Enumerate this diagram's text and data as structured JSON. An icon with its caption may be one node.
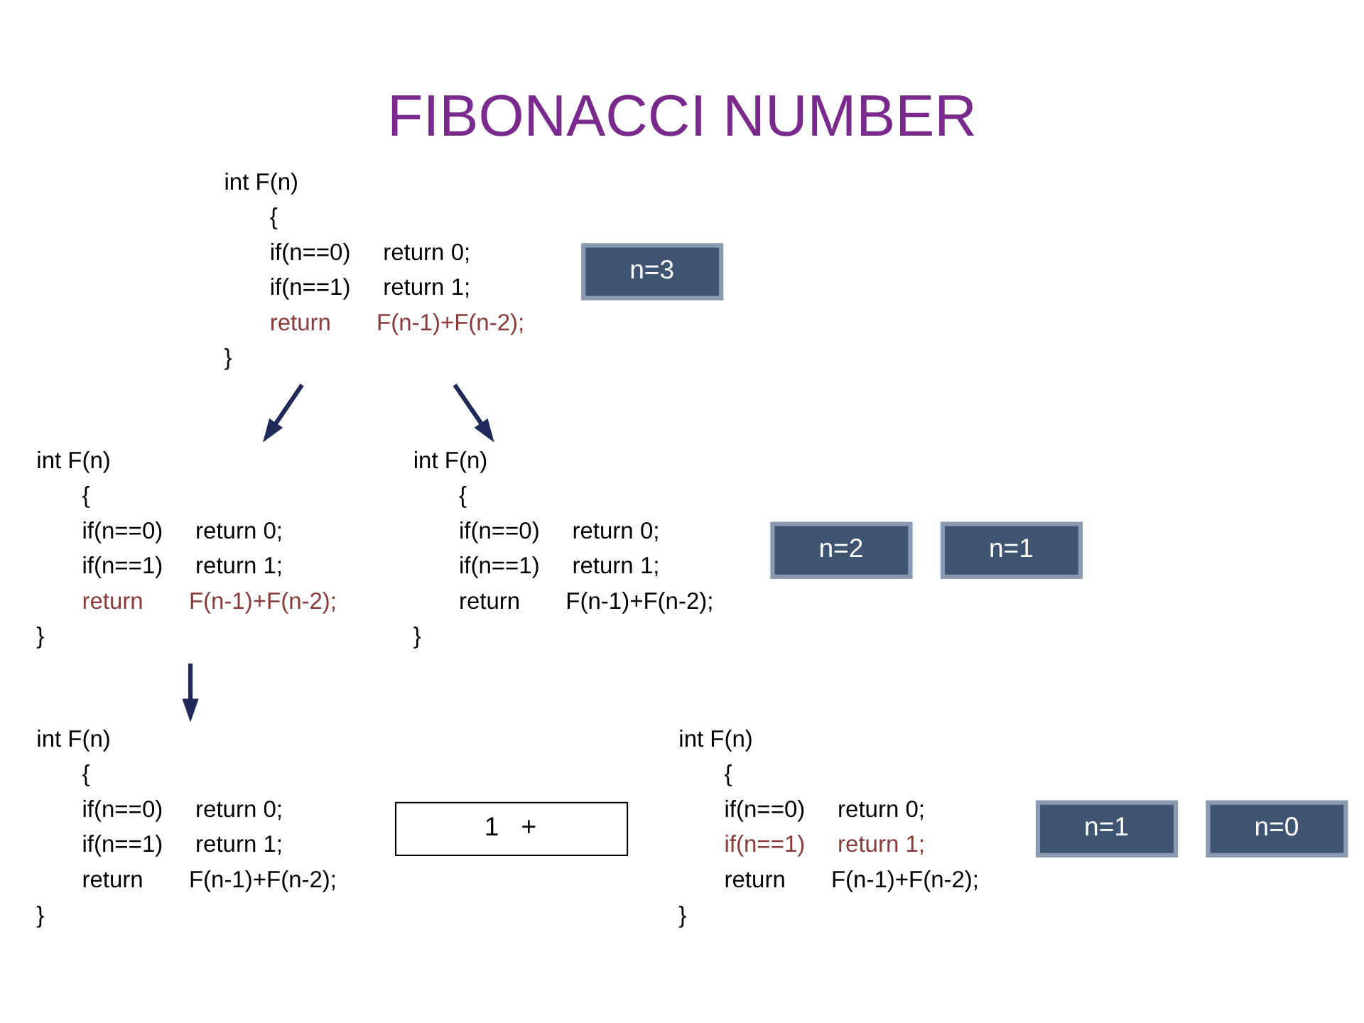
{
  "diagram": {
    "title": "FIBONACCI NUMBER",
    "nodes": [
      {
        "text": [
          "int F(n)",
          "{",
          "if(n==0)     return 0;",
          "if(n==1)     return 1;",
          "return       F(n-1)+F(n-2);",
          "}"
        ]
      },
      {
        "text": [
          "n=3"
        ]
      },
      {
        "text": [
          "int F(n)",
          "{",
          "if(n==0)     return 0;",
          "if(n==1)     return 1;",
          "return       F(n-1)+F(n-2);",
          "}"
        ]
      },
      {
        "text": [
          "n=2"
        ]
      },
      {
        "text": [
          "int F(n)",
          "{",
          "if(n==0)     return 0;",
          "if(n==1)     return 1;",
          "return       F(n-1)+F(n-2);",
          "}"
        ]
      },
      {
        "text": [
          "n=1"
        ]
      },
      {
        "text": [
          "1   +"
        ]
      },
      {
        "text": [
          "int F(n)",
          "{",
          "if(n==0)     return 0;",
          "if(n==1)     return 1;",
          "return       F(n-1)+F(n-2);",
          "}"
        ]
      },
      {
        "text": [
          "n=1"
        ]
      },
      {
        "text": [
          "int F(n)",
          "{",
          "if(n==0)     return 0;",
          "if(n==1)     return 1;",
          "return       F(n-1)+F(n-2);",
          "}"
        ]
      },
      {
        "text": [
          "n=0"
        ]
      }
    ],
    "edges": [
      {
        "from": 0,
        "to": 2,
        "arrow": "to"
      },
      {
        "from": 0,
        "to": 4,
        "arrow": "to"
      },
      {
        "from": 2,
        "to": 9,
        "arrow": "to"
      }
    ]
  }
}
